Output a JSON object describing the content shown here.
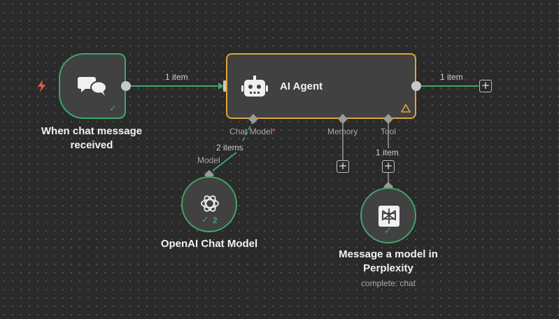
{
  "nodes": {
    "trigger": {
      "title": "When chat message received",
      "icon": "chat-bubbles-icon",
      "status": "success"
    },
    "agent": {
      "title": "AI Agent",
      "icon": "robot-icon",
      "warning": "warning-triangle-icon",
      "ports": {
        "chat_model": "Chat Model",
        "required_mark": "*",
        "memory": "Memory",
        "tool": "Tool"
      }
    },
    "openai": {
      "title": "OpenAI Chat Model",
      "icon": "openai-icon",
      "port_label": "Model",
      "run_count": "2"
    },
    "perplexity": {
      "title": "Message a model in Perplexity",
      "subtitle": "complete: chat",
      "icon": "perplexity-icon"
    }
  },
  "edges": {
    "trigger_to_agent": "1 item",
    "agent_out": "1 item",
    "model_to_agent": "2 items",
    "tool_to_agent": "1 item"
  },
  "colors": {
    "success": "#3fa66a",
    "warning": "#e0a43a",
    "trigger_bolt": "#e8584a",
    "background": "#2a2a2a"
  }
}
